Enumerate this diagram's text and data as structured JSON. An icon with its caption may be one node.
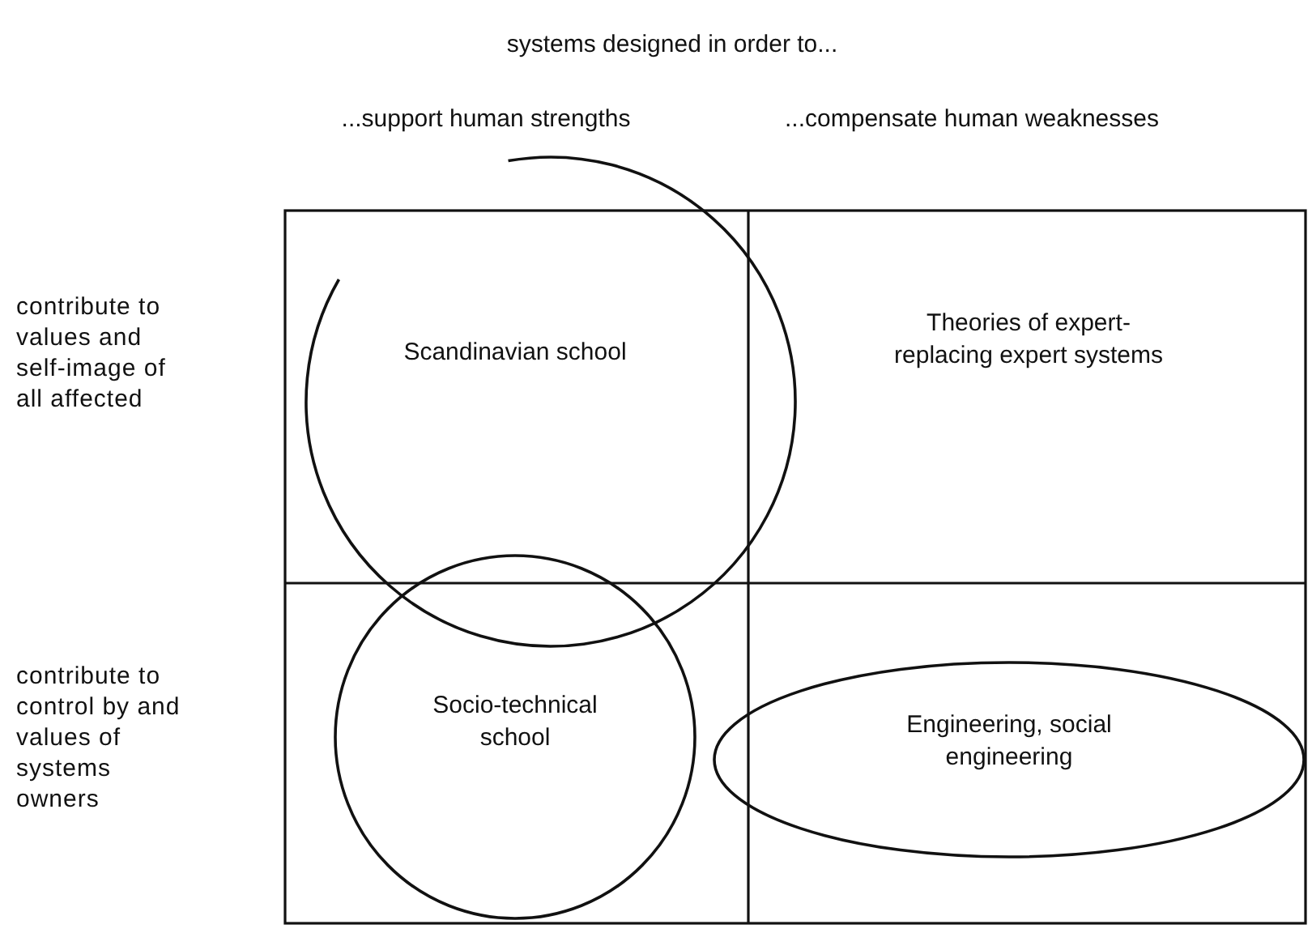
{
  "diagram": {
    "nodes": [
      {
        "text": [
          "Scandinavian school"
        ]
      },
      {
        "text": [
          "Socio-technical school"
        ]
      },
      {
        "text": [
          "Theories of expert-replacing expert systems"
        ]
      },
      {
        "text": [
          "Engineering, social engineering"
        ]
      }
    ],
    "labels": [
      "systems designed in order to...",
      "...support human strengths",
      "...compensate human weaknesses",
      "contribute to values and self-image of all affected",
      "contribute to control by and values of systems owners"
    ]
  }
}
